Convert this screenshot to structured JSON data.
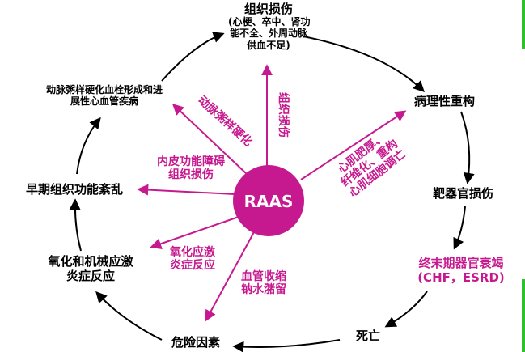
{
  "center": {
    "label": "RAAS"
  },
  "cycle": {
    "tissue_damage": {
      "title": "组织损伤",
      "lines": [
        "(心梗、卒中、肾功",
        "能不全、外周动脉",
        "供血不足)"
      ]
    },
    "remodeling": "病理性重构",
    "target_organ_damage": "靶器官损伤",
    "end_stage_failure": {
      "line1": "终末期器官衰竭",
      "line2": "(CHF，ESRD)"
    },
    "death": "死亡",
    "risk_factors": "危险因素",
    "oxidative": {
      "line1": "氧化和机械应激",
      "line2": "炎症反应"
    },
    "early_dysfunction": "早期组织功能紊乱",
    "atherosclerosis": {
      "line1": "动脉粥样硬化血栓形成和进",
      "line2": "展性心血管疾病"
    }
  },
  "spokes": {
    "tissue_damage": "组织损伤",
    "atherosclerosis": "动脉粥样硬化",
    "endothelial": {
      "line1": "内皮功能障碍",
      "line2": "组织损伤"
    },
    "oxidative": {
      "line1": "氧化应激",
      "line2": "炎症反应"
    },
    "vascular": {
      "line1": "血管收缩",
      "line2": "钠水潴留"
    },
    "myocardial": {
      "line1": "心肌肥厚、",
      "line2": "纤维化、重构",
      "line3": "心肌细胞调亡"
    }
  },
  "colors": {
    "accent": "#c7198f",
    "text": "#000000",
    "frame": "#2fbf2f"
  }
}
